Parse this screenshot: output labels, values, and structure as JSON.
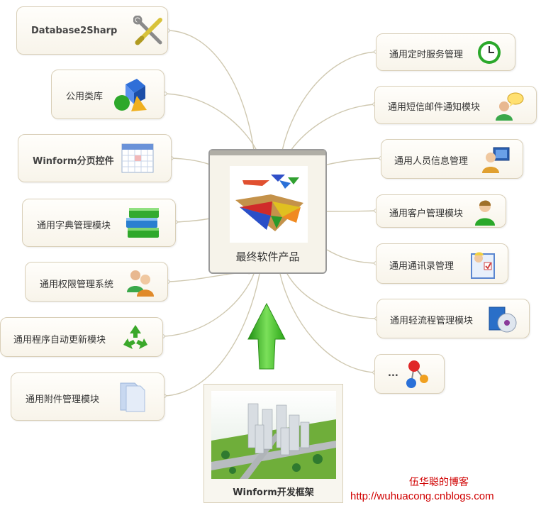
{
  "center": {
    "label": "最终软件产品"
  },
  "bottom": {
    "label": "Winform开发框架"
  },
  "left_nodes": [
    {
      "label": "Database2Sharp",
      "icon": "tools-icon"
    },
    {
      "label": "公用类库",
      "icon": "shapes-icon"
    },
    {
      "label": "Winform分页控件",
      "icon": "calendar-icon"
    },
    {
      "label": "通用字典管理模块",
      "icon": "books-icon"
    },
    {
      "label": "通用权限管理系统",
      "icon": "users-icon"
    },
    {
      "label": "通用程序自动更新模块",
      "icon": "recycle-icon"
    },
    {
      "label": "通用附件管理模块",
      "icon": "folder-icon"
    }
  ],
  "right_nodes": [
    {
      "label": "通用定时服务管理",
      "icon": "clock-icon"
    },
    {
      "label": "通用短信邮件通知模块",
      "icon": "chat-person-icon"
    },
    {
      "label": "通用人员信息管理",
      "icon": "person-computer-icon"
    },
    {
      "label": "通用客户管理模块",
      "icon": "person-icon"
    },
    {
      "label": "通用通讯录管理",
      "icon": "contacts-icon"
    },
    {
      "label": "通用轻流程管理模块",
      "icon": "disc-icon"
    },
    {
      "label": "...",
      "icon": "molecule-icon"
    }
  ],
  "credit": {
    "name": "伍华聪的博客",
    "url": "http://wuhuacong.cnblogs.com"
  },
  "colors": {
    "line": "#cfc8b0",
    "arrow": "#3cb81a",
    "credit": "#d00000"
  }
}
